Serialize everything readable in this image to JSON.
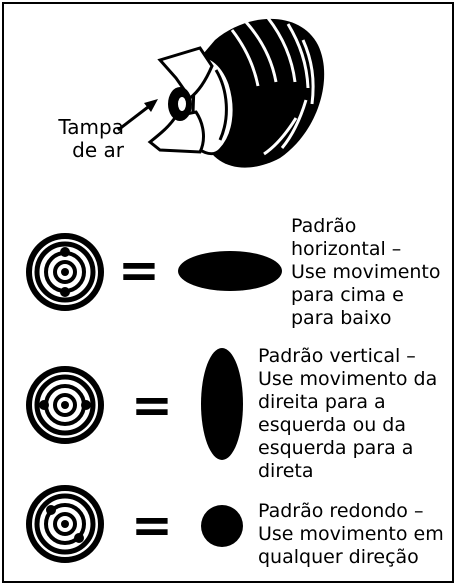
{
  "callout": {
    "label": "Tampa\nde ar"
  },
  "patterns": [
    {
      "id": "horizontal",
      "description": "Padrão\nhorizontal –\nUse movimento\npara cima e\npara baixo",
      "equals": "="
    },
    {
      "id": "vertical",
      "description": "Padrão vertical –\nUse movimento da\ndireita para a\nesquerda ou da\nesquerda para a\ndireta",
      "equals": "="
    },
    {
      "id": "round",
      "description": "Padrão redondo –\nUse movimento em\nqualquer direção",
      "equals": "="
    }
  ],
  "colors": {
    "ink": "#000000",
    "paper": "#ffffff"
  }
}
